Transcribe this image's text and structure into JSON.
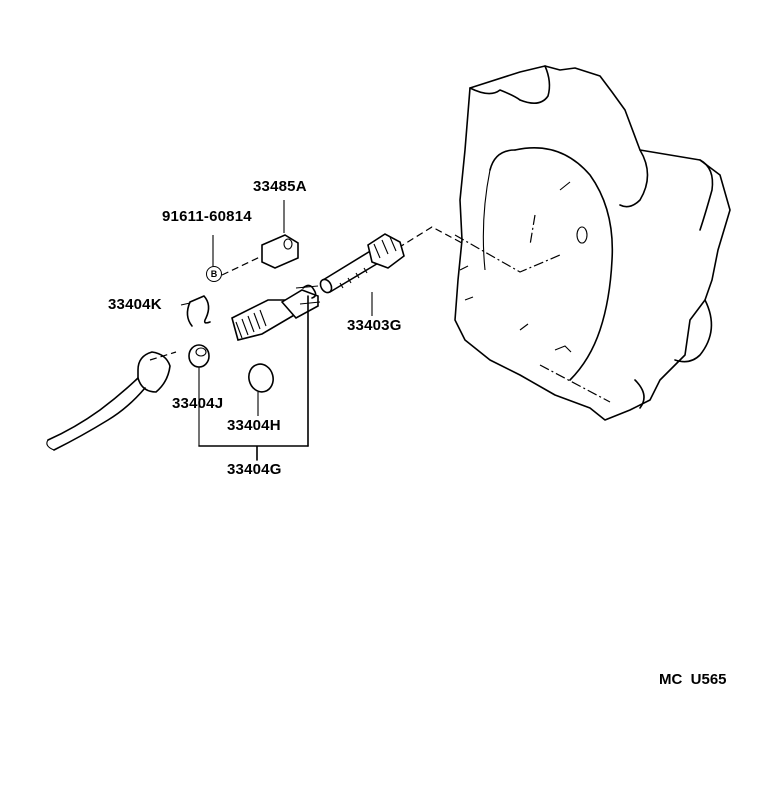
{
  "parts": {
    "p33485A": "33485A",
    "p91611": "91611-60814",
    "p33404K": "33404K",
    "p33403G": "33403G",
    "p33404J": "33404J",
    "p33404H": "33404H",
    "p33404G": "33404G"
  },
  "bolt_badge": "B",
  "reference": "MC  U565"
}
